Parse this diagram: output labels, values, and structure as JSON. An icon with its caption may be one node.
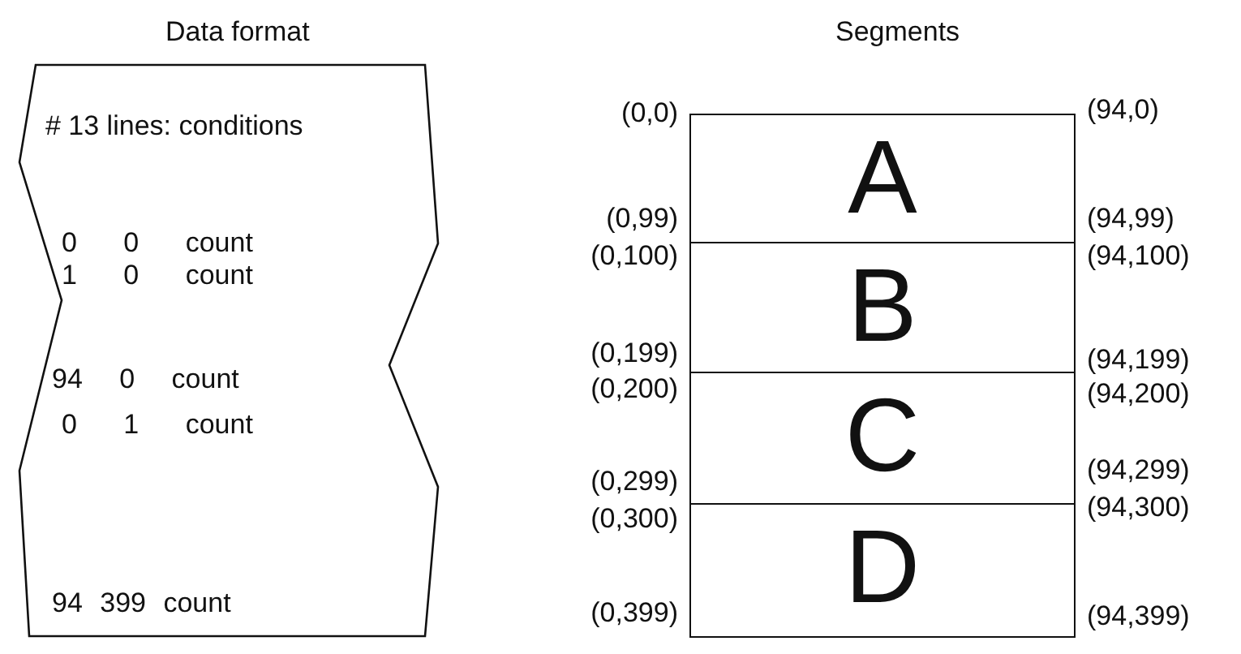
{
  "diagram": {
    "nodes": [
      {
        "text": [
          "Data format",
          "# 13 lines: conditions",
          "0 0 count",
          "1 0 count",
          "94 0 count",
          "0 1 count",
          "94 399 count"
        ]
      },
      {
        "text": [
          "Segments"
        ]
      },
      {
        "text": [
          "A"
        ],
        "in": 1
      },
      {
        "text": [
          "B"
        ],
        "in": 1
      },
      {
        "text": [
          "C"
        ],
        "in": 1
      },
      {
        "text": [
          "D"
        ],
        "in": 1
      }
    ],
    "edges": [],
    "labels": [
      "(0,0)",
      "(94,0)",
      "(0,99)",
      "(94,99)",
      "(0,100)",
      "(94,100)",
      "(0,199)",
      "(94,199)",
      "(0,200)",
      "(94,200)",
      "(0,299)",
      "(94,299)",
      "(0,300)",
      "(94,300)",
      "(0,399)",
      "(94,399)"
    ]
  }
}
